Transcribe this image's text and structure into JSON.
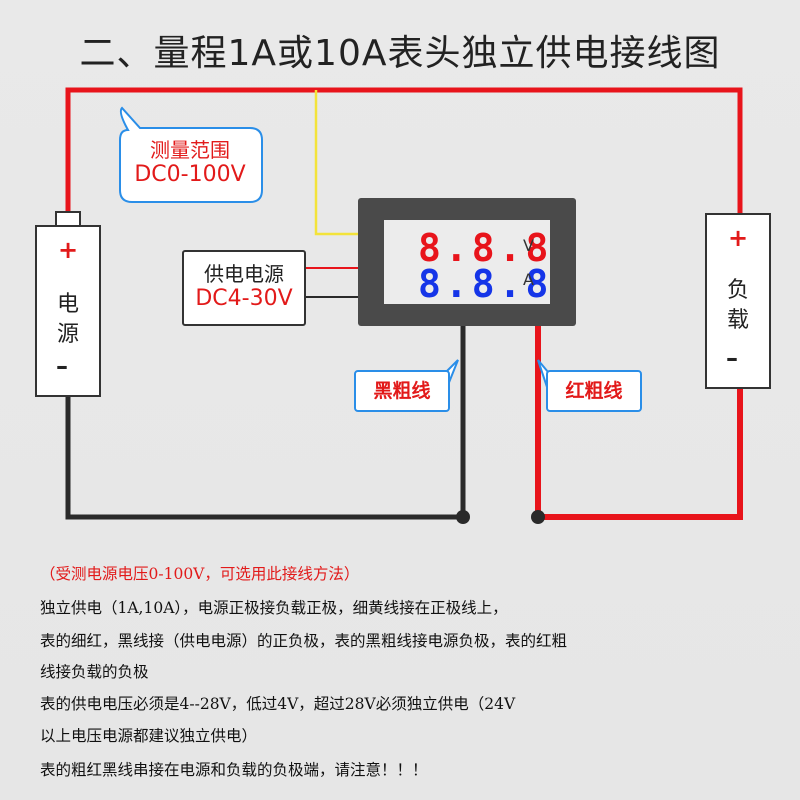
{
  "title": "二、量程1A或10A表头独立供电接线图",
  "range_callout": {
    "title": "测量范围",
    "value": "DC0-100V"
  },
  "battery": {
    "plus": "+",
    "label_top": "电",
    "label_bottom": "源",
    "minus": "–"
  },
  "load": {
    "plus": "+",
    "label_top": "负",
    "label_bottom": "载",
    "minus": "–"
  },
  "supply_box": {
    "title": "供电电源",
    "value": "DC4-30V"
  },
  "meter": {
    "voltage_digits": "8.8.8",
    "current_digits": "8.8.8",
    "voltage_unit": "V",
    "current_unit": "A"
  },
  "wire_labels": {
    "black": "黑粗线",
    "red": "红粗线"
  },
  "notes": {
    "red_note": "（受测电源电压0-100V，可选用此接线方法）",
    "lines": [
      "独立供电（1A,10A），电源正极接负载正极，细黄线接在正极线上，",
      "表的细红，黑线接（供电电源）的正负极，表的黑粗线接电源负极，表的红粗",
      "线接负载的负极",
      "表的供电电压必须是4--28V，低过4V，超过28V必须独立供电（24V",
      "以上电压电源都建议独立供电）",
      "表的粗红黑线串接在电源和负载的负极端，请注意！！！"
    ]
  },
  "colors": {
    "red_wire": "#e8141b",
    "black_wire": "#2a2a2a",
    "yellow_wire": "#f3e33a",
    "accent_blue": "#2a8ee8"
  }
}
